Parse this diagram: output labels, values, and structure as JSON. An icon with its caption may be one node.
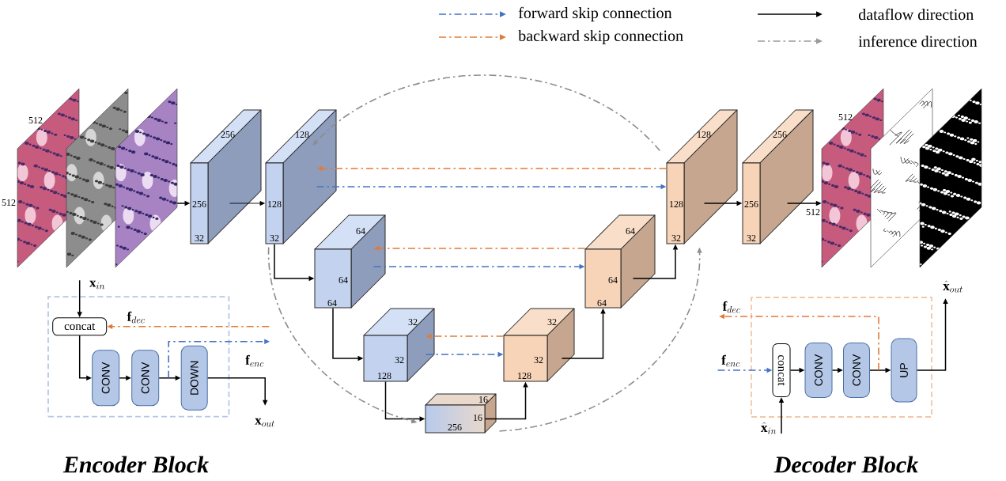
{
  "diagram": {
    "nodes": [
      {
        "text": [],
        "shape": "picture",
        "beside": [
          "512",
          "512"
        ]
      },
      {
        "text": [],
        "shape": "picture"
      },
      {
        "text": [],
        "shape": "picture"
      },
      {
        "text": [
          "256",
          "256",
          "32"
        ]
      },
      {
        "text": [
          "128",
          "128",
          "32"
        ]
      },
      {
        "text": [
          "64",
          "64",
          "64"
        ]
      },
      {
        "text": [
          "32",
          "32",
          "128"
        ]
      },
      {
        "text": [
          "16",
          "16",
          "256"
        ]
      },
      {
        "text": [
          "32",
          "32",
          "128"
        ]
      },
      {
        "text": [
          "64",
          "64",
          "64"
        ]
      },
      {
        "text": [
          "128",
          "128",
          "32"
        ]
      },
      {
        "text": [
          "256",
          "256",
          "32"
        ]
      },
      {
        "text": [],
        "shape": "picture",
        "beside": [
          "512",
          "512"
        ]
      },
      {
        "text": [],
        "shape": "picture"
      },
      {
        "text": [],
        "shape": "picture"
      },
      {
        "text": [
          "Encoder Block"
        ]
      },
      {
        "text": [
          "concat"
        ],
        "in": 15
      },
      {
        "text": [
          "CONV"
        ],
        "in": 15
      },
      {
        "text": [
          "CONV"
        ],
        "in": 15
      },
      {
        "text": [
          "DOWN"
        ],
        "in": 15
      },
      {
        "text": [
          "Decoder Block"
        ]
      },
      {
        "text": [
          "concat"
        ],
        "in": 20
      },
      {
        "text": [
          "CONV"
        ],
        "in": 20
      },
      {
        "text": [
          "CONV"
        ],
        "in": 20
      },
      {
        "text": [
          "UP"
        ],
        "in": 20
      }
    ],
    "edges": [
      {
        "from": 2,
        "to": 3,
        "arrow": "to"
      },
      {
        "from": 3,
        "to": 4,
        "arrow": "to"
      },
      {
        "from": 4,
        "to": 5,
        "arrow": "to"
      },
      {
        "from": 5,
        "to": 6,
        "arrow": "to"
      },
      {
        "from": 6,
        "to": 7,
        "arrow": "to"
      },
      {
        "from": 7,
        "to": 8,
        "arrow": "to"
      },
      {
        "from": 8,
        "to": 9,
        "arrow": "to"
      },
      {
        "from": 9,
        "to": 10,
        "arrow": "to"
      },
      {
        "from": 10,
        "to": 11,
        "arrow": "to"
      },
      {
        "from": 11,
        "to": 12,
        "arrow": "to"
      },
      {
        "from": 4,
        "to": 10,
        "arrow": "to",
        "style": "dashed",
        "color": "#4472c4"
      },
      {
        "from": 10,
        "to": 4,
        "arrow": "to",
        "style": "dashed",
        "color": "#e07b39"
      },
      {
        "from": 5,
        "to": 9,
        "arrow": "to",
        "style": "dashed",
        "color": "#4472c4"
      },
      {
        "from": 9,
        "to": 5,
        "arrow": "to",
        "style": "dashed",
        "color": "#e07b39"
      },
      {
        "from": 6,
        "to": 8,
        "arrow": "to",
        "style": "dashed",
        "color": "#4472c4"
      },
      {
        "from": 8,
        "to": 6,
        "arrow": "to",
        "style": "dashed",
        "color": "#e07b39"
      },
      {
        "from": 10,
        "to": 4,
        "arrow": "to",
        "style": "dashed",
        "color": "#8c8c8c"
      },
      {
        "from": 4,
        "to": 7,
        "arrow": "to",
        "style": "dashed",
        "color": "#8c8c8c"
      },
      {
        "from": 7,
        "to": 10,
        "arrow": "to",
        "style": "dashed",
        "color": "#8c8c8c"
      },
      {
        "from": null,
        "to": 16,
        "arrow": "to",
        "label": "\\mathbf{x}_{in}"
      },
      {
        "from": 16,
        "to": 17,
        "arrow": "to"
      },
      {
        "from": 17,
        "to": 18,
        "arrow": "to"
      },
      {
        "from": 18,
        "to": 19,
        "arrow": "to"
      },
      {
        "from": 19,
        "to": null,
        "arrow": "to",
        "label": "\\mathbf{x}_{out}"
      },
      {
        "from": null,
        "to": 16,
        "arrow": "to",
        "label": "\\mathbf{f}_{dec}",
        "style": "dashed",
        "color": "#e07b39"
      },
      {
        "from": 18,
        "to": null,
        "arrow": "to",
        "label": "\\mathbf{f}_{enc}",
        "style": "dashed",
        "color": "#4472c4"
      },
      {
        "from": null,
        "to": 21,
        "arrow": "to",
        "label": "\\hat{\\mathbf{x}}_{in}"
      },
      {
        "from": null,
        "to": 21,
        "arrow": "to",
        "label": "\\mathbf{f}_{enc}",
        "style": "dashed",
        "color": "#4472c4"
      },
      {
        "from": 21,
        "to": 22,
        "arrow": "to"
      },
      {
        "from": 22,
        "to": 23,
        "arrow": "to"
      },
      {
        "from": 23,
        "to": 24,
        "arrow": "to"
      },
      {
        "from": 24,
        "to": null,
        "arrow": "to",
        "label": "\\hat{\\mathbf{x}}_{out}"
      },
      {
        "from": 23,
        "to": null,
        "arrow": "to",
        "label": "\\mathbf{f}_{dec}",
        "style": "dashed",
        "color": "#e07b39"
      }
    ],
    "legend": [
      {
        "text": "forward skip connection"
      },
      {
        "text": "dataflow direction"
      },
      {
        "text": "backward skip connection"
      },
      {
        "text": "inference direction"
      }
    ]
  }
}
